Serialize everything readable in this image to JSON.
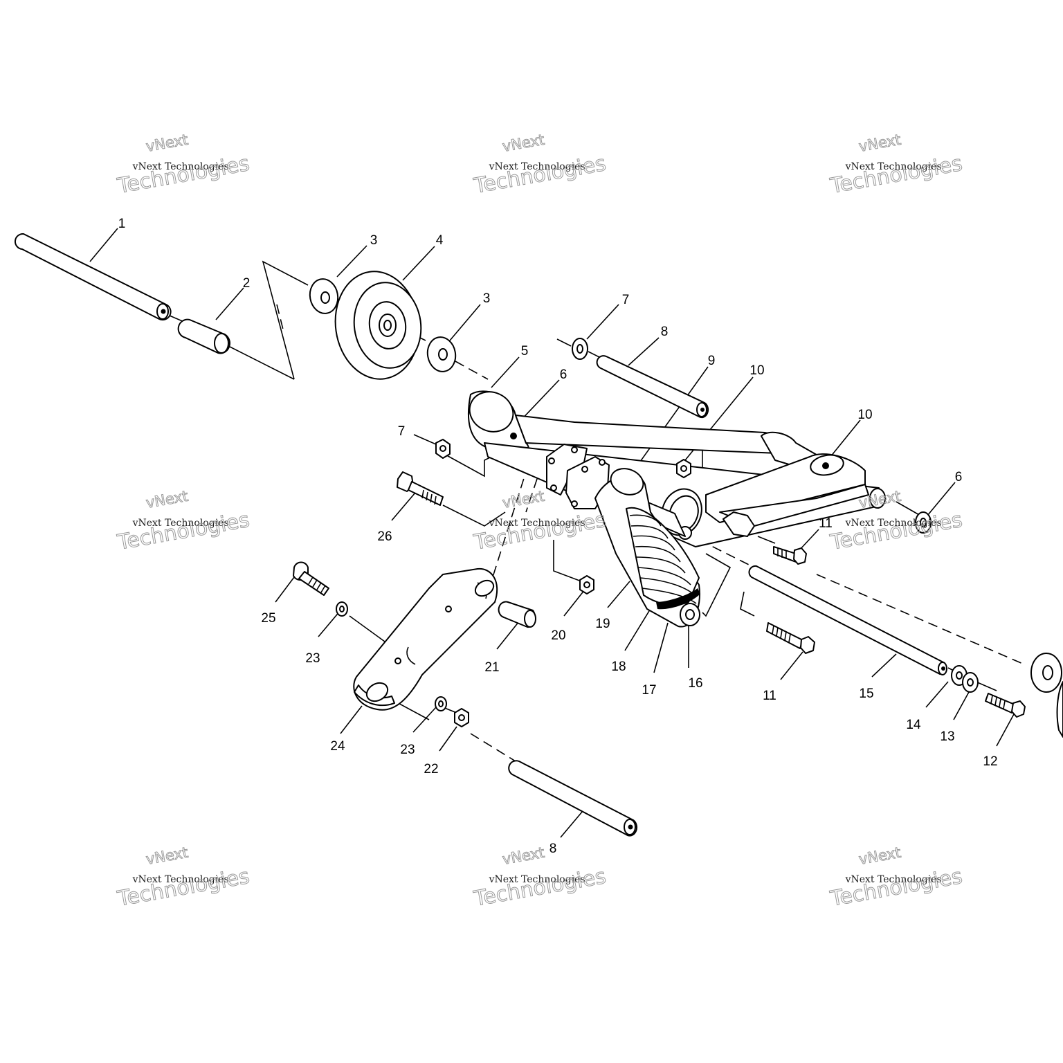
{
  "diagram": {
    "callouts": [
      "1",
      "2",
      "3",
      "4",
      "3",
      "7",
      "8",
      "5",
      "6",
      "9",
      "10",
      "10",
      "6",
      "7",
      "26",
      "11",
      "25",
      "23",
      "20",
      "19",
      "21",
      "18",
      "17",
      "16",
      "11",
      "15",
      "14",
      "13",
      "12",
      "24",
      "23",
      "22",
      "8"
    ]
  },
  "watermark": {
    "line1": "vNext",
    "line2": "vNext Technologies",
    "line3": "Technologies"
  }
}
